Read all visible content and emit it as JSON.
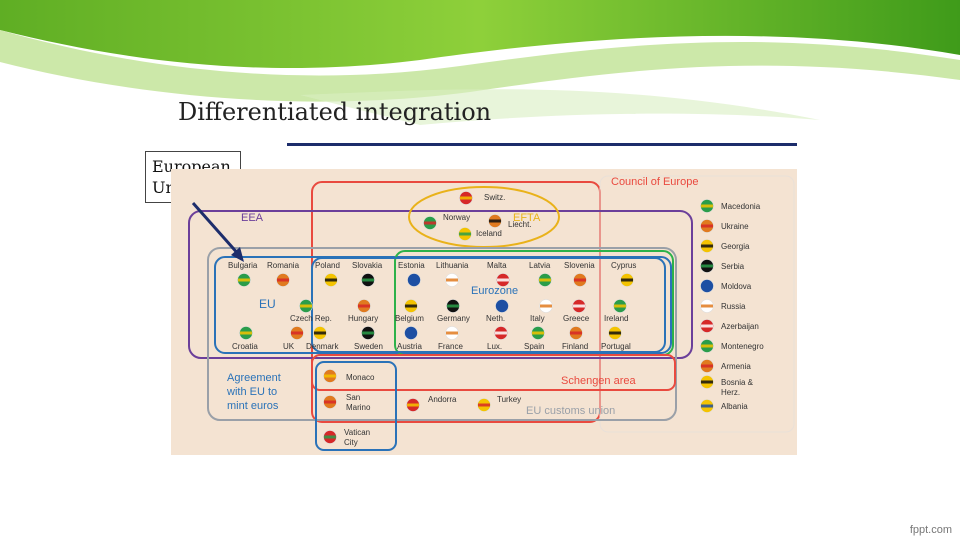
{
  "slide": {
    "title": "Differentiated integration",
    "callout_line1": "European",
    "callout_line2": "Union",
    "footer": "fppt.com"
  },
  "diagram": {
    "council_of_europe": "Council of Europe",
    "eea": "EEA",
    "efta": "EFTA",
    "eu": "EU",
    "eurozone": "Eurozone",
    "schengen": "Schengen area",
    "customs_union": "EU customs union",
    "agreement_line1": "Agreement",
    "agreement_line2": "with EU to",
    "agreement_line3": "mint euros",
    "efta_countries": [
      "Switz.",
      "Norway",
      "Liecht.",
      "Iceland"
    ],
    "eu_row1": [
      "Bulgaria",
      "Romania",
      "Poland",
      "Slovakia",
      "Estonia",
      "Lithuania",
      "Malta",
      "Latvia",
      "Slovenia",
      "Cyprus"
    ],
    "eu_row2": [
      "Czech Rep.",
      "Hungary",
      "Belgium",
      "Germany",
      "Neth.",
      "Italy",
      "Greece",
      "Ireland"
    ],
    "eu_row3": [
      "Croatia",
      "UK",
      "Denmark",
      "Sweden",
      "Austria",
      "France",
      "Lux.",
      "Spain",
      "Finland",
      "Portugal"
    ],
    "microstates": [
      "Monaco",
      "San",
      "Marino",
      "Vatican",
      "City"
    ],
    "customs_others": [
      "Andorra",
      "Turkey"
    ],
    "council_countries": [
      "Macedonia",
      "Ukraine",
      "Georgia",
      "Serbia",
      "Moldova",
      "Russia",
      "Azerbaijan",
      "Montenegro",
      "Armenia",
      "Bosnia &",
      "Herz.",
      "Albania"
    ]
  },
  "colors": {
    "council": "#e94a3f",
    "eea": "#6b3f9a",
    "efta": "#e9b21a",
    "eu_outer": "#9aa0a8",
    "eurozone": "#2a72b8",
    "schengen": "#2db24a",
    "customs": "#e94a3f",
    "diagram_bg": "#f4e3d2",
    "title_rule": "#1d2d6b",
    "arrow": "#1d2d6b"
  }
}
